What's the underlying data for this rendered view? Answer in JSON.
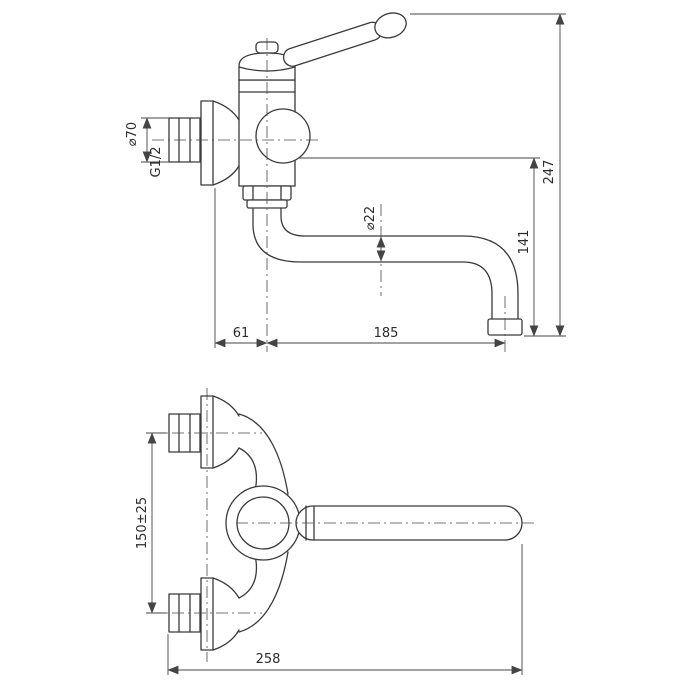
{
  "drawing": {
    "type": "technical-dimension-drawing",
    "subject": "wall-mounted single-lever mixer faucet, side view and front view",
    "style": {
      "line_color": "#3a3a3a",
      "dimension_color": "#444444",
      "text_color": "#2b2b2b",
      "background": "#ffffff"
    }
  },
  "labels": {
    "side": {
      "flange_dia": "⌀70",
      "thread": "G1/2",
      "spout_dia": "⌀22",
      "height_outlet": "141",
      "height_total": "247",
      "offset_wall": "61",
      "reach": "185"
    },
    "front": {
      "centers": "150±25",
      "width": "258"
    }
  }
}
